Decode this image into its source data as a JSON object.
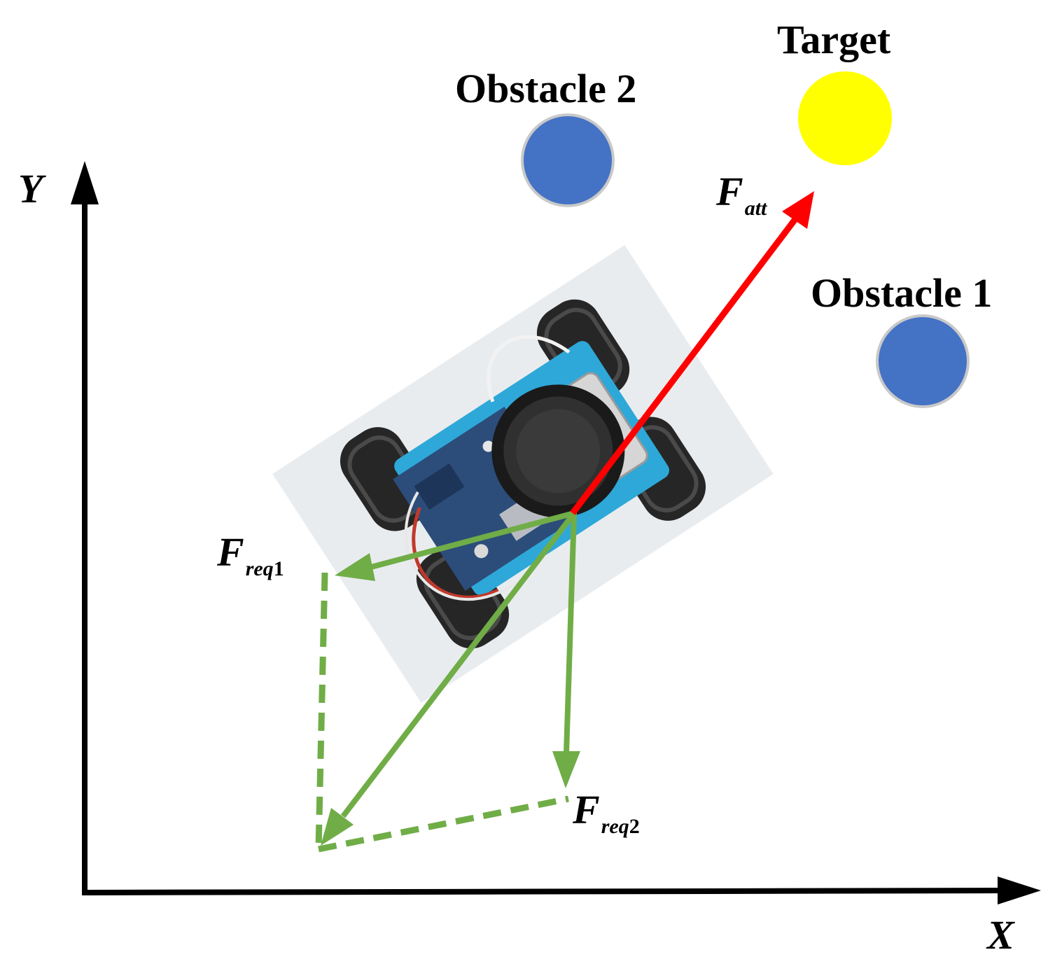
{
  "axes": {
    "x_label": "X",
    "y_label": "Y"
  },
  "objects": {
    "target": {
      "label": "Target",
      "color": "#ffff00"
    },
    "obstacle1": {
      "label": "Obstacle 1",
      "color": "#4472c4"
    },
    "obstacle2": {
      "label": "Obstacle 2",
      "color": "#4472c4"
    }
  },
  "forces": {
    "attractive": {
      "symbol": "F",
      "subscript": "att",
      "color": "#ff0000"
    },
    "repulsive1": {
      "symbol": "F",
      "subscript": "req",
      "index": "1",
      "color": "#70ad47"
    },
    "repulsive2": {
      "symbol": "F",
      "subscript": "req",
      "index": "2",
      "color": "#70ad47"
    },
    "resultant_color": "#70ad47"
  },
  "robot": {
    "icon": "robot-car-icon"
  }
}
